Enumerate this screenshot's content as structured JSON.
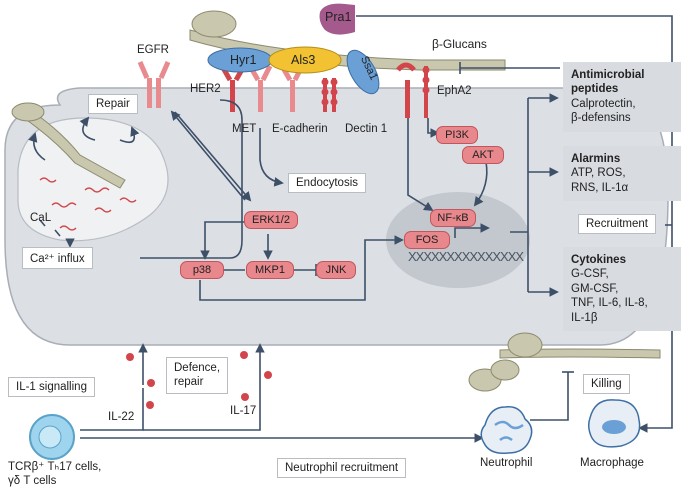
{
  "receptors": {
    "egfr": "EGFR",
    "her2": "HER2",
    "met": "MET",
    "ecadherin": "E-cadherin",
    "dectin1": "Dectin 1",
    "epha2": "EphA2"
  },
  "fungal": {
    "hyr1": "Hyr1",
    "als3": "Als3",
    "ssa1": "Ssa1",
    "pra1": "Pra1",
    "glucans": "β-Glucans"
  },
  "signalling": {
    "pi3k": "PI3K",
    "akt": "AKT",
    "erk": "ERK1/2",
    "p38": "p38",
    "mkp1": "MKP1",
    "jnk": "JNK",
    "nfkb": "NF-κB",
    "fos": "FOS"
  },
  "cell_labels": {
    "repair": "Repair",
    "endocytosis": "Endocytosis",
    "cal": "CaL",
    "ca_influx": "Ca²⁺ influx"
  },
  "outputs": {
    "antimicrobial": {
      "title": "Antimicrobial peptides",
      "text": "Calprotectin,\nβ-defensins"
    },
    "alarmins": {
      "title": "Alarmins",
      "text": "ATP, ROS,\nRNS, IL-1α"
    },
    "recruitment": "Recruitment",
    "cytokines": {
      "title": "Cytokines",
      "text": "G-CSF,\nGM-CSF,\nTNF, IL-6, IL-8,\nIL-1β"
    }
  },
  "immune": {
    "il1_signalling": "IL-1 signalling",
    "il22": "IL-22",
    "il17": "IL-17",
    "defence_repair": "Defence,\nrepair",
    "t_cells_line1": "TCRβ⁺ Tₕ17 cells,",
    "t_cells_line2": "γδ T cells",
    "neutrophil_recruitment": "Neutrophil recruitment",
    "neutrophil": "Neutrophil",
    "macrophage": "Macrophage",
    "killing": "Killing"
  },
  "colors": {
    "cell_fill": "#dcdfe4",
    "cell_border": "#a9aeb6",
    "receptor": "#d2464b",
    "receptor_light": "#e88a8e",
    "hyphae": "#c9c7ad",
    "hyr1": "#6aa0d6",
    "als3": "#f2c233",
    "ssa1": "#6aa0d6",
    "pra1": "#a45a8c",
    "arrow": "#3d5068",
    "pill": "#e8878c",
    "t_cell": "#9fd4ef",
    "output_box": "#d8dbe0"
  }
}
